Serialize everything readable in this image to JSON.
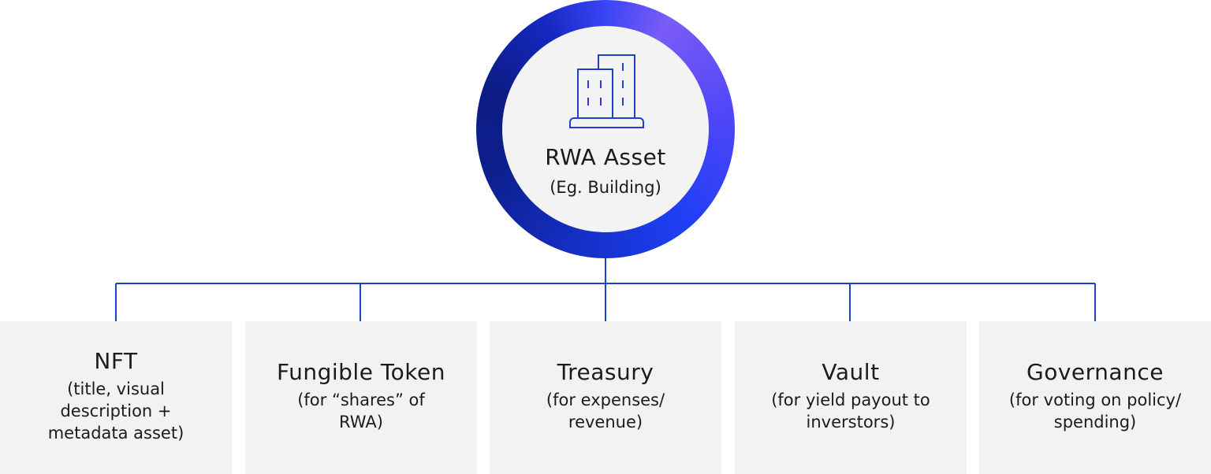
{
  "root": {
    "title": "RWA Asset",
    "subtitle": "(Eg. Building)",
    "icon": "building-icon",
    "ring_colors": [
      "#7a5cf6",
      "#1f3ff5",
      "#0d1f8c"
    ]
  },
  "connector_color": "#1f3fd0",
  "children": [
    {
      "title": "NFT",
      "description": "(title, visual description + metadata asset)"
    },
    {
      "title": "Fungible Token",
      "description": "(for “shares” of RWA)"
    },
    {
      "title": "Treasury",
      "description": "(for expenses/ revenue)"
    },
    {
      "title": "Vault",
      "description": "(for yield payout to inverstors)"
    },
    {
      "title": "Governance",
      "description": "(for voting on policy/ spending)"
    }
  ]
}
